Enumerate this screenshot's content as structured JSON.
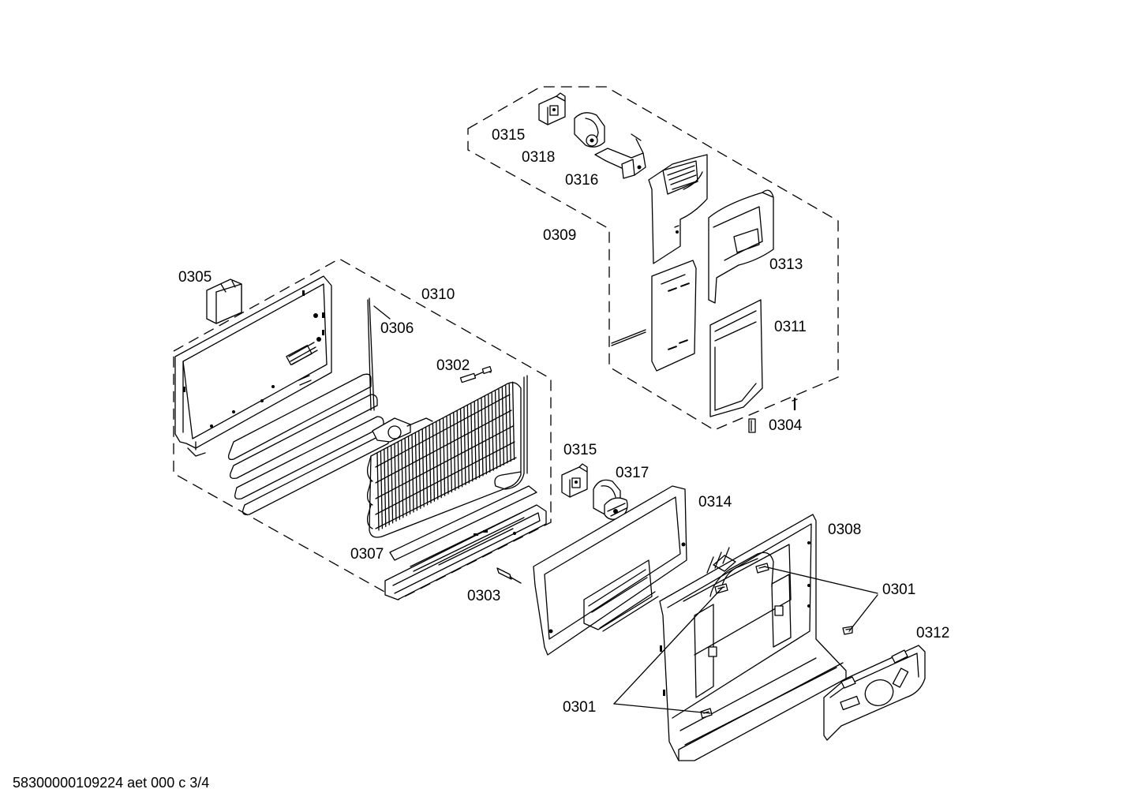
{
  "diagram": {
    "labels": {
      "p0301": "0301",
      "p0302": "0302",
      "p0303": "0303",
      "p0304": "0304",
      "p0305": "0305",
      "p0306": "0306",
      "p0307": "0307",
      "p0308": "0308",
      "p0309": "0309",
      "p0310": "0310",
      "p0311": "0311",
      "p0312": "0312",
      "p0313": "0313",
      "p0314": "0314",
      "p0315": "0315",
      "p0316": "0316",
      "p0317": "0317",
      "p0318": "0318"
    },
    "footer": "58300000109224 aet 000 c 3/4"
  }
}
